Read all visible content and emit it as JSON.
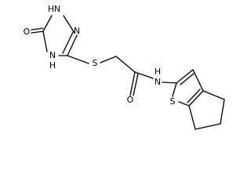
{
  "diagram": {
    "atoms": {
      "o_carbonyl_ring": "O",
      "n1h": "N",
      "h_n1": "H",
      "n_ring": "N",
      "n4": "N",
      "h_n4": "H",
      "s_thioether": "S",
      "o_amide": "O",
      "n_amide": "N",
      "h_amide": "H",
      "s_thiophene": "S"
    }
  }
}
